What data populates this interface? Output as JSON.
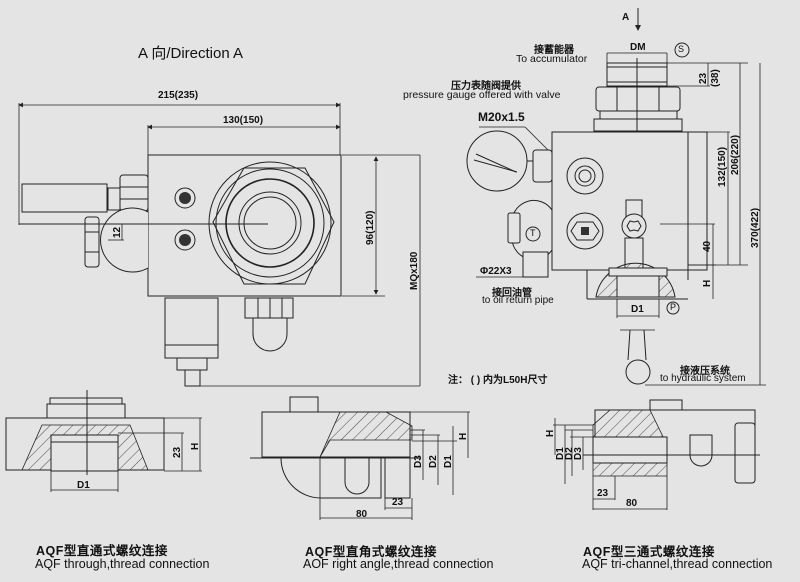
{
  "title_direction_a": "A 向/Direction A",
  "top_view": {
    "dim_overall_width": "215(235)",
    "dim_block_width": "130(150)",
    "dim_block_height": "96(120)",
    "dim_offset": "12",
    "dim_mq": "MQx180"
  },
  "side_view": {
    "arrow_label": "A",
    "dm_label": "DM",
    "accumulator_cn": "接蓄能器",
    "accumulator_en": "To accumulator",
    "gauge_cn": "压力表随阀提供",
    "gauge_en": "pressure gauge offered with valve",
    "gauge_thread": "M20x1.5",
    "port_s": "S",
    "port_t": "T",
    "port_p": "P",
    "dim_23_38_a": "23",
    "dim_23_38_b": "(38)",
    "dim_206": "206(220)",
    "dim_132": "132(150)",
    "dim_370": "370(422)",
    "dim_40": "40",
    "dim_h": "H",
    "dim_d1": "D1",
    "pipe_spec": "Φ22X3",
    "return_cn": "接回油管",
    "return_en": "to oil return pipe",
    "hydraulic_cn": "接液压系统",
    "hydraulic_en": "to hydraulic system",
    "note": "注： ( ) 内为L50H尺寸"
  },
  "details": [
    {
      "caption_cn": "AQF型直通式螺纹连接",
      "caption_en": "AQF through,thread connection",
      "dims": {
        "d1": "D1",
        "h": "H",
        "len": "23"
      }
    },
    {
      "caption_cn": "AQF型直角式螺纹连接",
      "caption_en": "AOF right angle,thread connection",
      "dims": {
        "d1": "D1",
        "d2": "D2",
        "d3": "D3",
        "h": "H",
        "len": "23",
        "len2": "80"
      }
    },
    {
      "caption_cn": "AQF型三通式螺纹连接",
      "caption_en": "AQF tri-channel,thread connection",
      "dims": {
        "d1": "D1",
        "d2": "D2",
        "d3": "D3",
        "h": "H",
        "len": "23",
        "len2": "80"
      }
    }
  ]
}
